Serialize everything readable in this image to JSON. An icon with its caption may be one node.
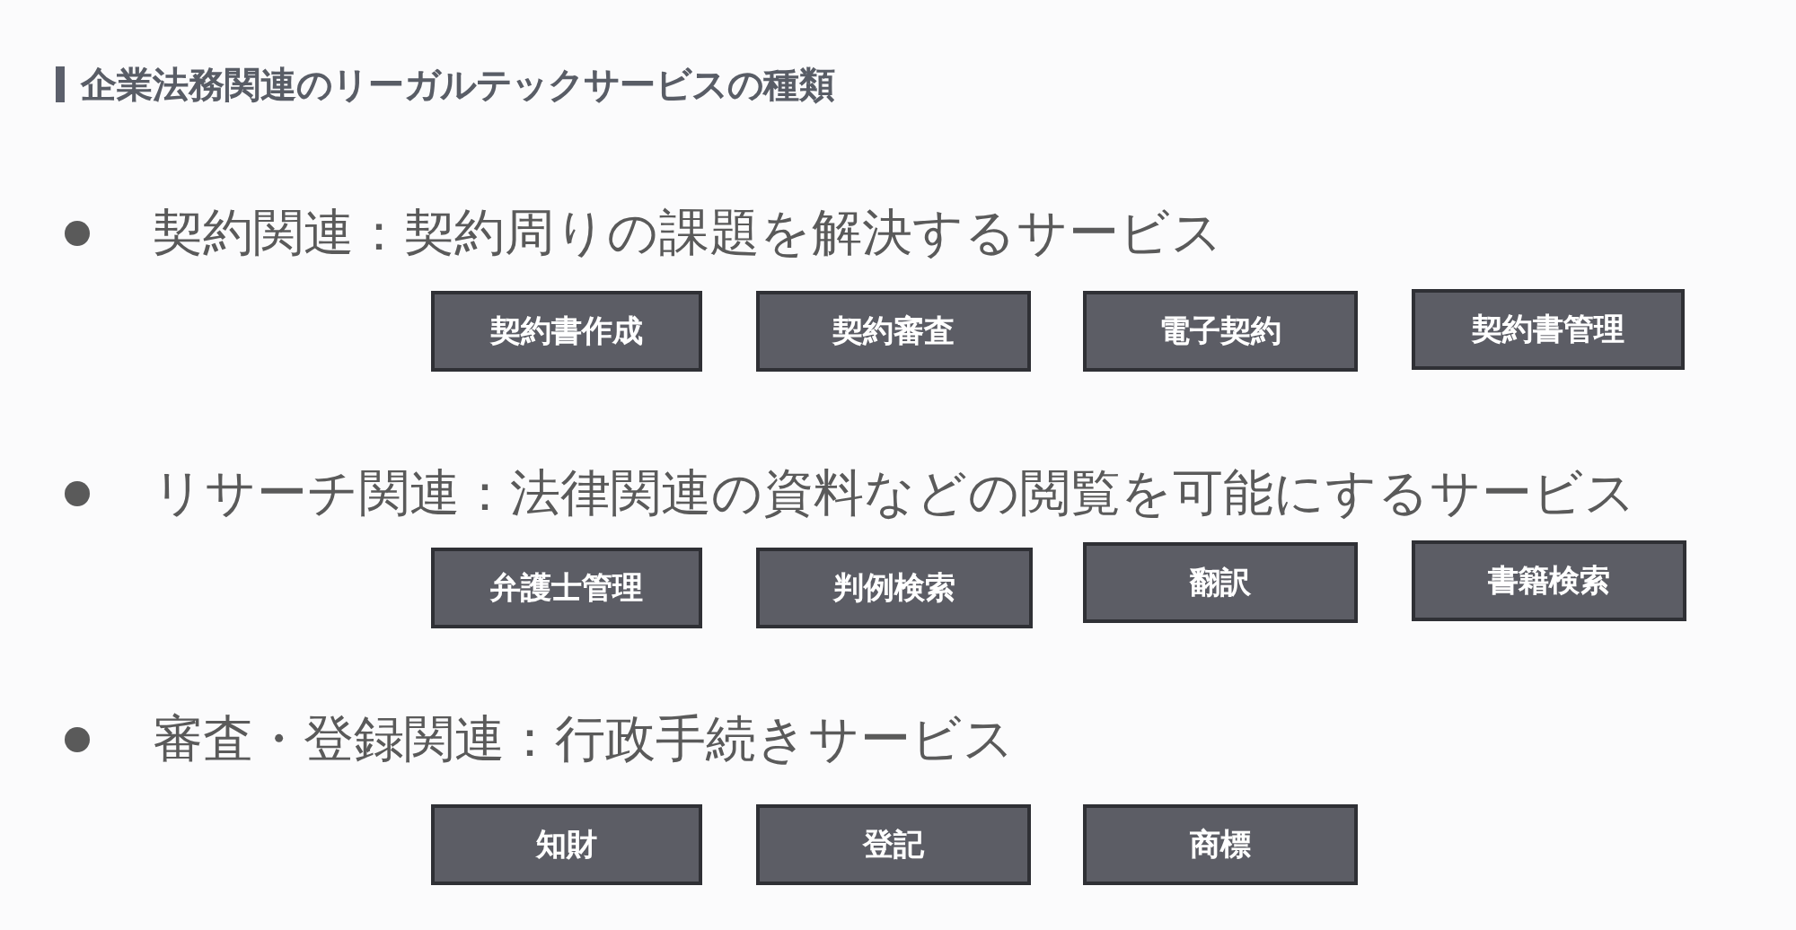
{
  "diagram": {
    "title": "企業法務関連のリーガルテックサービスの種類",
    "nodes": [
      {
        "text": [
          "契約書作成"
        ]
      },
      {
        "text": [
          "契約審査"
        ]
      },
      {
        "text": [
          "電子契約"
        ]
      },
      {
        "text": [
          "契約書管理"
        ]
      },
      {
        "text": [
          "弁護士管理"
        ]
      },
      {
        "text": [
          "判例検索"
        ]
      },
      {
        "text": [
          "翻訳"
        ]
      },
      {
        "text": [
          "書籍検索"
        ]
      },
      {
        "text": [
          "知財"
        ]
      },
      {
        "text": [
          "登記"
        ]
      },
      {
        "text": [
          "商標"
        ]
      }
    ],
    "labels": [
      "契約関連：契約周りの課題を解決するサービス",
      "リサーチ関連：法律関連の資料などの閲覧を可能にするサービス",
      "審査・登録関連：行政手続きサービス"
    ]
  }
}
